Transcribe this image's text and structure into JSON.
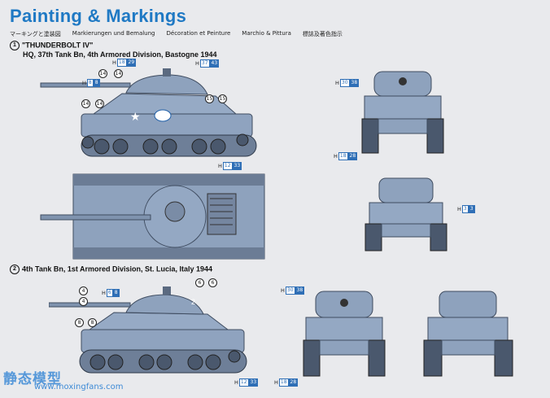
{
  "title": "Painting & Markings",
  "subtitles": [
    "マーキングと塗装図",
    "Markierungen und Bemalung",
    "Décoration et Peinture",
    "Marchio & Pittura",
    "標誌及著色指示"
  ],
  "scheme1": {
    "number": "1",
    "name": "\"THUNDERBOLT IV\"",
    "unit": "HQ, 37th Tank Bn, 4th Armored Division, Bastogne 1944"
  },
  "scheme2": {
    "number": "2",
    "unit": "4th Tank Bn, 1st Armored Division, St. Lucia, Italy 1944"
  },
  "callouts": {
    "c1": {
      "h": "H",
      "a": "18",
      "b": "29"
    },
    "c2": {
      "h": "H",
      "a": "8",
      "b": "8"
    },
    "c3": {
      "h": "H",
      "a": "37",
      "b": "43"
    },
    "c4": {
      "h": "H",
      "a": "12",
      "b": "33"
    },
    "c5": {
      "h": "H",
      "a": "30",
      "b": "38"
    },
    "c6": {
      "h": "H",
      "a": "18",
      "b": "28"
    },
    "c7": {
      "h": "H",
      "a": "3",
      "b": "3"
    },
    "c8": {
      "h": "H",
      "a": "6",
      "b": "8"
    },
    "c9": {
      "h": "H",
      "a": "30",
      "b": "38"
    },
    "c10": {
      "h": "H",
      "a": "12",
      "b": "33"
    },
    "c11": {
      "h": "H",
      "a": "18",
      "b": "28"
    }
  },
  "markers": {
    "m14a": "14",
    "m14b": "14",
    "m14c": "14",
    "m14d": "14",
    "m15a": "15",
    "m15b": "15",
    "m4a": "4",
    "m4b": "4",
    "m6a": "6",
    "m6b": "6",
    "m8a": "8",
    "m8b": "8"
  },
  "watermark": {
    "cn": "静态模型",
    "url": "www.moxingfans.com"
  },
  "colors": {
    "tank_fill": "#8fa3bf",
    "tank_dark": "#3f4c60",
    "title_blue": "#1f79c4",
    "callout_blue": "#2f6fb6"
  }
}
